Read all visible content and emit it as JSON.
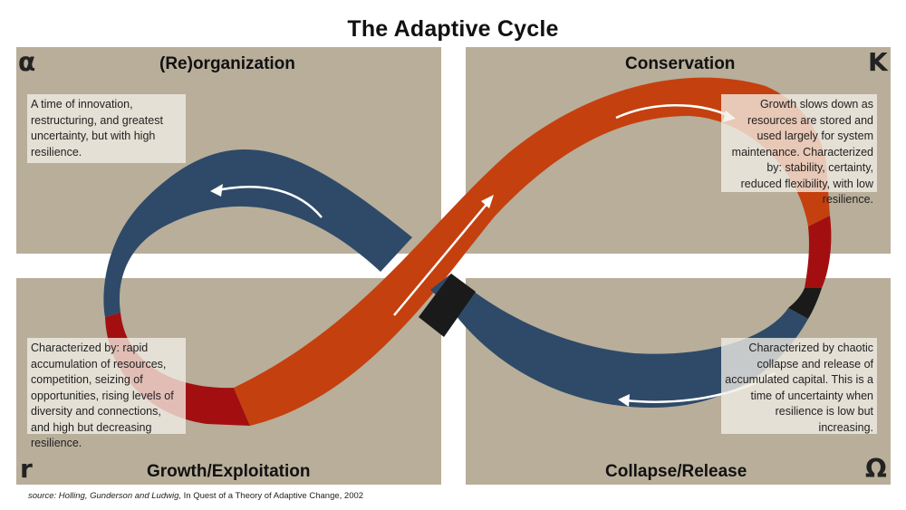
{
  "title": "The Adaptive Cycle",
  "quadrants": {
    "top_left": {
      "label": "(Re)organization",
      "symbol": "α",
      "description": "A time of innovation, restructuring, and greatest uncertainty, but with high resilience."
    },
    "top_right": {
      "label": "Conservation",
      "symbol": "K",
      "description": "Growth slows down as resources are stored and used largely for system maintenance. Characterized by: stability, certainty, reduced flexibility, with low resilience."
    },
    "bottom_left": {
      "label": "Growth/Exploitation",
      "symbol": "r",
      "description": "Characterized by: rapid accumulation of resources, competition, seizing of opportunities, rising levels of diversity and connections, and high but decreasing resilience."
    },
    "bottom_right": {
      "label": "Collapse/Release",
      "symbol": "Ω",
      "description": "Characterized by chaotic collapse and release of accumulated capital. This is a time of uncertainty when resilience is low but increasing."
    }
  },
  "source": {
    "prefix": "source:",
    "authors": "Holling, Gunderson and Ludwig,",
    "work": "In Quest of a Theory of Adaptive Change, 2002"
  },
  "colors": {
    "background": "#ffffff",
    "quadrant": "#b8ae9a",
    "blue_band": "#2e4a68",
    "orange_band": "#c5400f",
    "red_band": "#a30f10",
    "black_band": "#1a1a1a",
    "arrow": "#ffffff"
  }
}
